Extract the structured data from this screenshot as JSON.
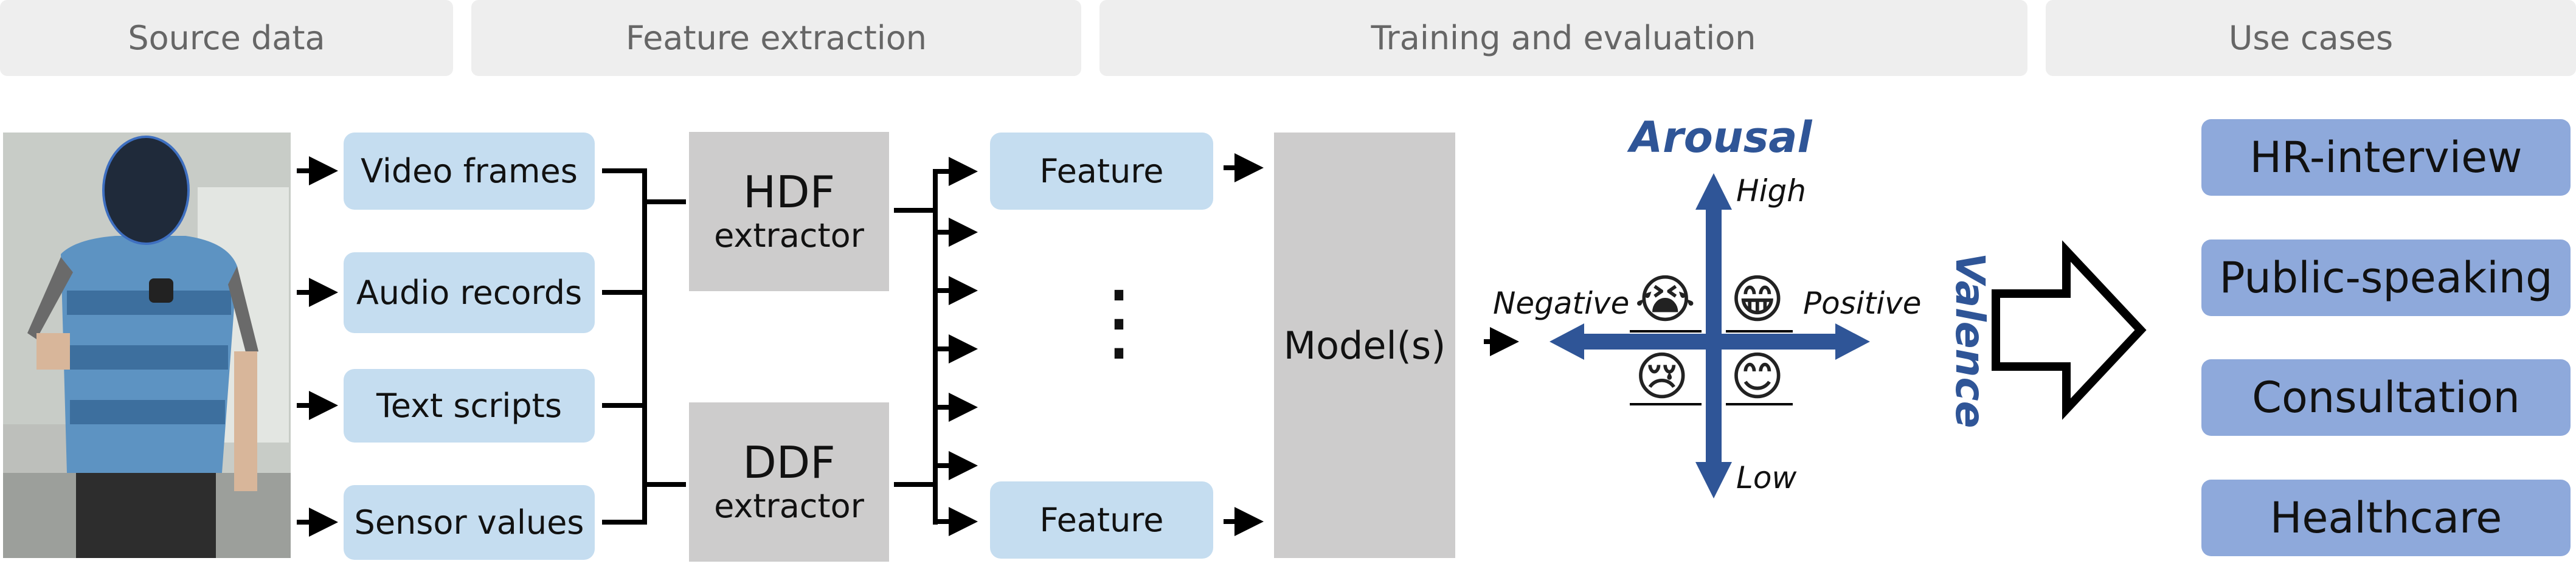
{
  "headers": {
    "source": "Source data",
    "features": "Feature extraction",
    "training": "Training and evaluation",
    "uses": "Use cases"
  },
  "inputs": [
    "Video frames",
    "Audio records",
    "Text scripts",
    "Sensor values"
  ],
  "extractors": {
    "hdf_abbr": "HDF",
    "hdf_word": "extractor",
    "ddf_abbr": "DDF",
    "ddf_word": "extractor"
  },
  "features": {
    "top": "Feature",
    "bottom": "Feature",
    "ellipsis": "⋮"
  },
  "model": "Model(s)",
  "affect": {
    "arousal": "Arousal",
    "valence": "Valence",
    "high": "High",
    "low": "Low",
    "negative": "Negative",
    "positive": "Positive",
    "emoji_neg_high": "😭",
    "emoji_pos_high": "😁",
    "emoji_neg_low": "😢",
    "emoji_pos_low": "😊"
  },
  "use_cases": [
    "HR-interview",
    "Public-speaking",
    "Consultation",
    "Healthcare"
  ],
  "colors": {
    "header_bg": "#eeeeee",
    "input_bg": "#c5ddf0",
    "gray_box": "#cdcccc",
    "use_case_bg": "#8ea9db",
    "axis_blue": "#2f5597"
  }
}
